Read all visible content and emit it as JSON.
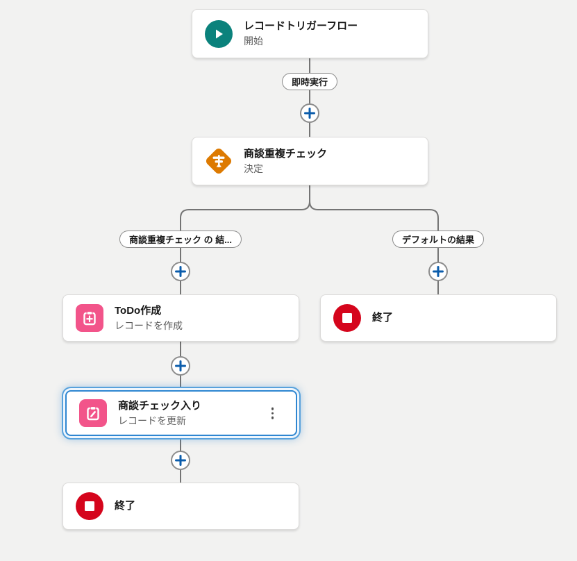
{
  "flow": {
    "start": {
      "title": "レコードトリガーフロー",
      "subtitle": "開始",
      "icon": "play-icon"
    },
    "immediate_path_label": "即時実行",
    "decision": {
      "title": "商談重複チェック",
      "subtitle": "決定",
      "icon": "decision-signpost-icon"
    },
    "branches": {
      "left_label": "商談重複チェック の 結...",
      "right_label": "デフォルトの結果"
    },
    "create_record": {
      "title": "ToDo作成",
      "subtitle": "レコードを作成",
      "icon": "clipboard-plus-icon"
    },
    "end_right": {
      "title": "終了",
      "icon": "stop-icon"
    },
    "update_record": {
      "title": "商談チェック入り",
      "subtitle": "レコードを更新",
      "icon": "clipboard-pencil-icon",
      "selected": true
    },
    "end_bottom": {
      "title": "終了",
      "icon": "stop-icon"
    }
  },
  "colors": {
    "canvas_bg": "#f2f2f1",
    "connector": "#747474",
    "start_teal": "#0b827c",
    "decision_orange": "#dd7a01",
    "record_pink": "#f2548a",
    "end_red": "#d5051c",
    "plus_blue": "#0b5cab",
    "selection_blue": "#2e86d1"
  }
}
